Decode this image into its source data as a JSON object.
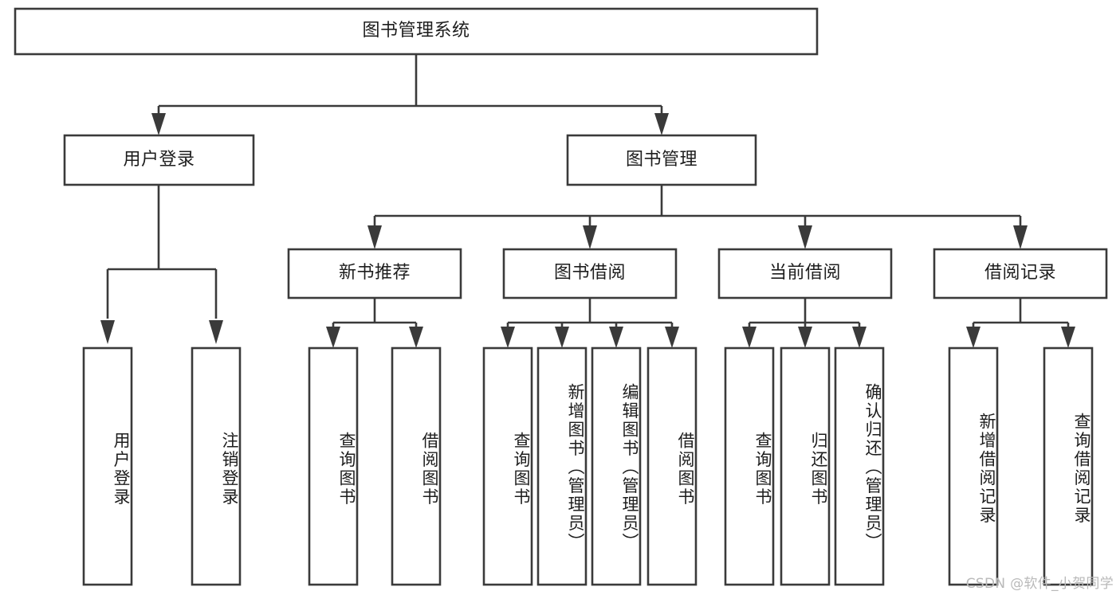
{
  "diagram": {
    "title": "图书管理系统",
    "type": "tree-hierarchy-diagram",
    "colors": {
      "box_stroke": "#3a3a3a",
      "box_fill": "#ffffff",
      "text": "#1d1d1d",
      "watermark": "#b9b9b9",
      "background": "#ffffff"
    },
    "root": {
      "label": "图书管理系统"
    },
    "level2": [
      {
        "label": "用户登录"
      },
      {
        "label": "图书管理"
      }
    ],
    "level3": [
      {
        "label": "新书推荐"
      },
      {
        "label": "图书借阅"
      },
      {
        "label": "当前借阅"
      },
      {
        "label": "借阅记录"
      }
    ],
    "leaves": {
      "user_login": [
        {
          "label": "用户登录"
        },
        {
          "label": "注销登录"
        }
      ],
      "new_book_recommend": [
        {
          "label": "查询图书"
        },
        {
          "label": "借阅图书"
        }
      ],
      "book_borrow": [
        {
          "label": "查询图书"
        },
        {
          "label": "新增图书（管理员）"
        },
        {
          "label": "编辑图书（管理员）"
        },
        {
          "label": "借阅图书"
        }
      ],
      "current_borrow": [
        {
          "label": "查询图书"
        },
        {
          "label": "归还图书"
        },
        {
          "label": "确认归还（管理员）"
        }
      ],
      "borrow_record": [
        {
          "label": "新增借阅记录"
        },
        {
          "label": "查询借阅记录"
        }
      ]
    }
  },
  "watermark": {
    "text": "CSDN @软件_小贺同学"
  }
}
